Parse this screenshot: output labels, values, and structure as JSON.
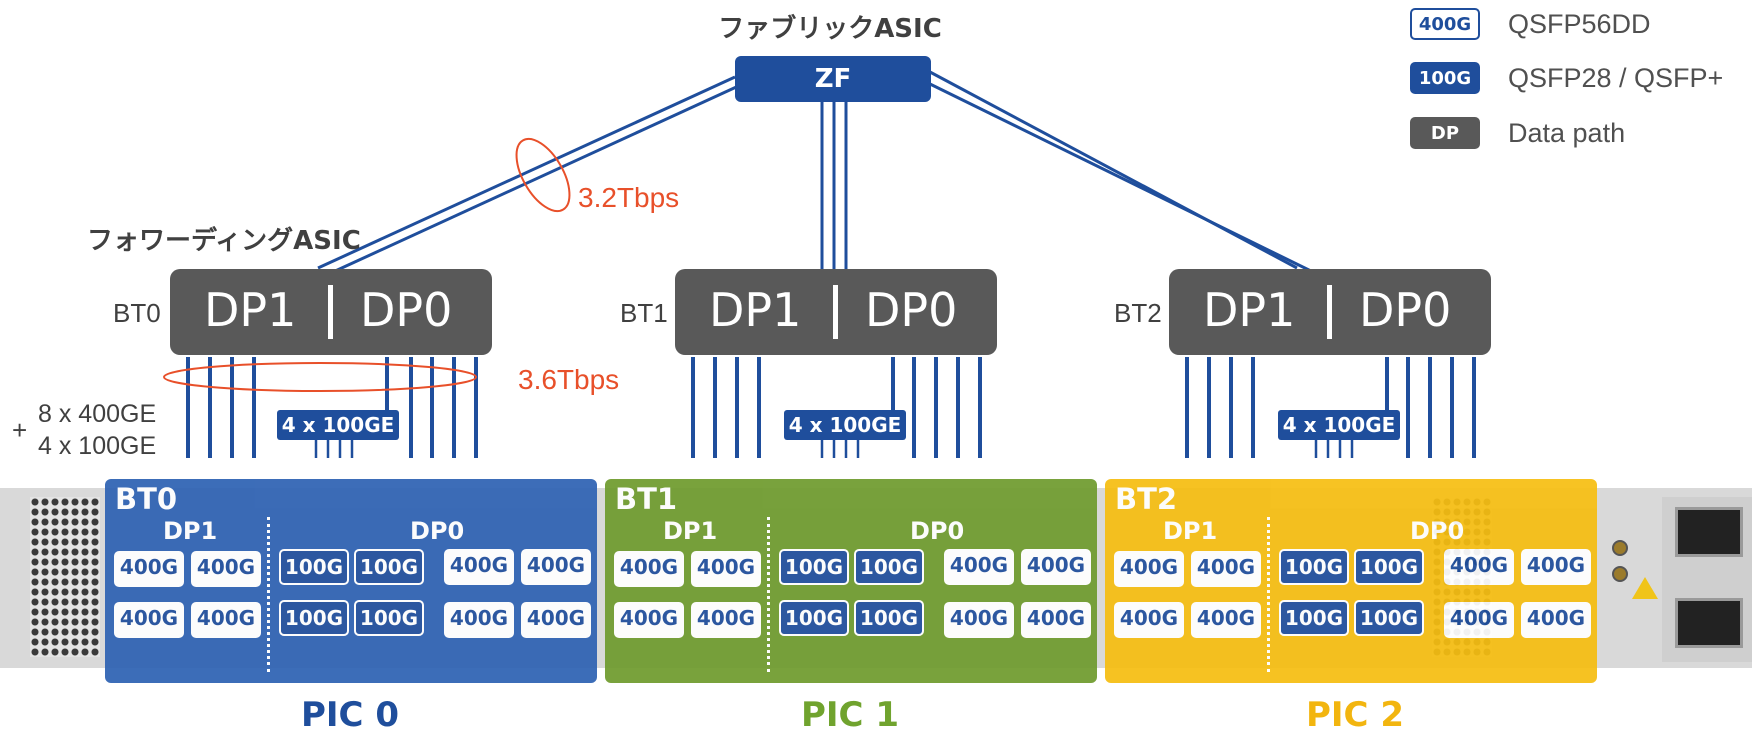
{
  "fabric": {
    "title": "ファブリックASIC",
    "chip": "ZF"
  },
  "forwarding_title": "フォワーディングASIC",
  "bandwidth": {
    "fabric_link": "3.2Tbps",
    "port_link": "3.6Tbps"
  },
  "port_capacity": {
    "line1": "8 x 400GE",
    "line2": "4 x 100GE",
    "plus": "+"
  },
  "asics": [
    {
      "label": "BT0",
      "dp_left": "DP1",
      "dp_right": "DP0",
      "group": "4 x 100GE"
    },
    {
      "label": "BT1",
      "dp_left": "DP1",
      "dp_right": "DP0",
      "group": "4 x 100GE"
    },
    {
      "label": "BT2",
      "dp_left": "DP1",
      "dp_right": "DP0",
      "group": "4 x 100GE"
    }
  ],
  "pics": [
    {
      "name": "PIC 0",
      "bt": "BT0",
      "dp1": "DP1",
      "dp0": "DP0",
      "color": "#2e62b3",
      "name_color": "#1f4e9c"
    },
    {
      "name": "PIC 1",
      "bt": "BT1",
      "dp1": "DP1",
      "dp0": "DP0",
      "color": "#6f9b2e",
      "name_color": "#70a32e"
    },
    {
      "name": "PIC 2",
      "bt": "BT2",
      "dp1": "DP1",
      "dp0": "DP0",
      "color": "#f6be12",
      "name_color": "#f2b50f"
    }
  ],
  "port_labels": {
    "p400": "400G",
    "p100": "100G"
  },
  "legend": [
    {
      "chip": "400G",
      "text": "QSFP56DD",
      "style": "outline"
    },
    {
      "chip": "100G",
      "text": "QSFP28 / QSFP+",
      "style": "blue"
    },
    {
      "chip": "DP",
      "text": "Data path",
      "style": "gray"
    }
  ],
  "colors": {
    "link": "#1f4e9c",
    "highlight": "#e8502a",
    "asic": "#595959"
  }
}
